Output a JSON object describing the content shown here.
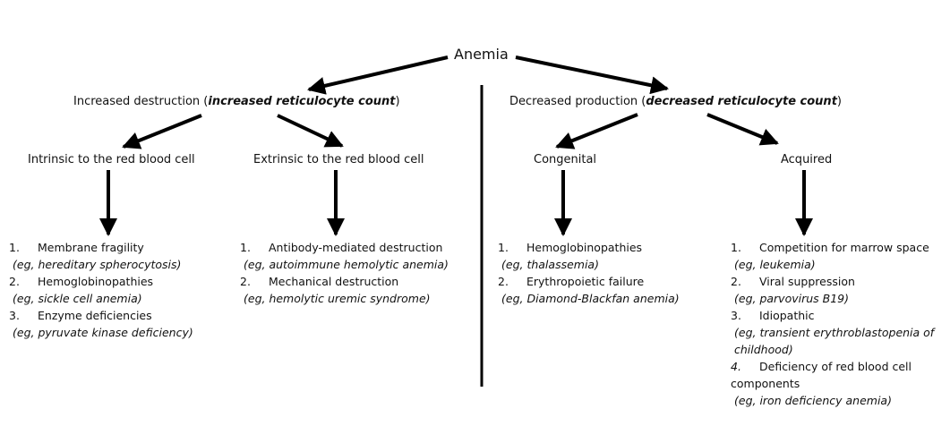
{
  "root": "Anemia",
  "branches": [
    {
      "prefix": "Increased destruction (",
      "emphasis": "increased reticulocyte count",
      "suffix": ")",
      "children": [
        {
          "label": "Intrinsic to the red blood cell",
          "items": [
            {
              "num": "1.",
              "name": "Membrane fragility",
              "example": "(eg, hereditary spherocytosis)"
            },
            {
              "num": "2.",
              "name": "Hemoglobinopathies",
              "example": "(eg, sickle cell anemia)"
            },
            {
              "num": "3.",
              "name": "Enzyme deficiencies",
              "example": "(eg, pyruvate kinase deficiency)"
            }
          ]
        },
        {
          "label": "Extrinsic to the red blood cell",
          "items": [
            {
              "num": "1.",
              "name": "Antibody-mediated destruction",
              "example": "(eg, autoimmune hemolytic anemia)"
            },
            {
              "num": "2.",
              "name": "Mechanical destruction",
              "example": "(eg, hemolytic uremic syndrome)"
            }
          ]
        }
      ]
    },
    {
      "prefix": "Decreased production (",
      "emphasis": "decreased reticulocyte count",
      "suffix": ")",
      "children": [
        {
          "label": "Congenital",
          "items": [
            {
              "num": "1.",
              "name": "Hemoglobinopathies",
              "example": "(eg, thalassemia)"
            },
            {
              "num": "2.",
              "name": "Erythropoietic failure",
              "example": "(eg, Diamond-Blackfan anemia)"
            }
          ]
        },
        {
          "label": "Acquired",
          "items": [
            {
              "num": "1.",
              "name": "Competition for marrow space",
              "example": "(eg, leukemia)"
            },
            {
              "num": "2.",
              "name": "Viral suppression",
              "example": "(eg, parvovirus B19)"
            },
            {
              "num": "3.",
              "name": "Idiopathic",
              "example": "(eg, transient erythroblastopenia of childhood)"
            },
            {
              "num": "4.",
              "name": "Deficiency of red blood cell components",
              "example": "(eg, iron deficiency anemia)"
            }
          ]
        }
      ]
    }
  ]
}
